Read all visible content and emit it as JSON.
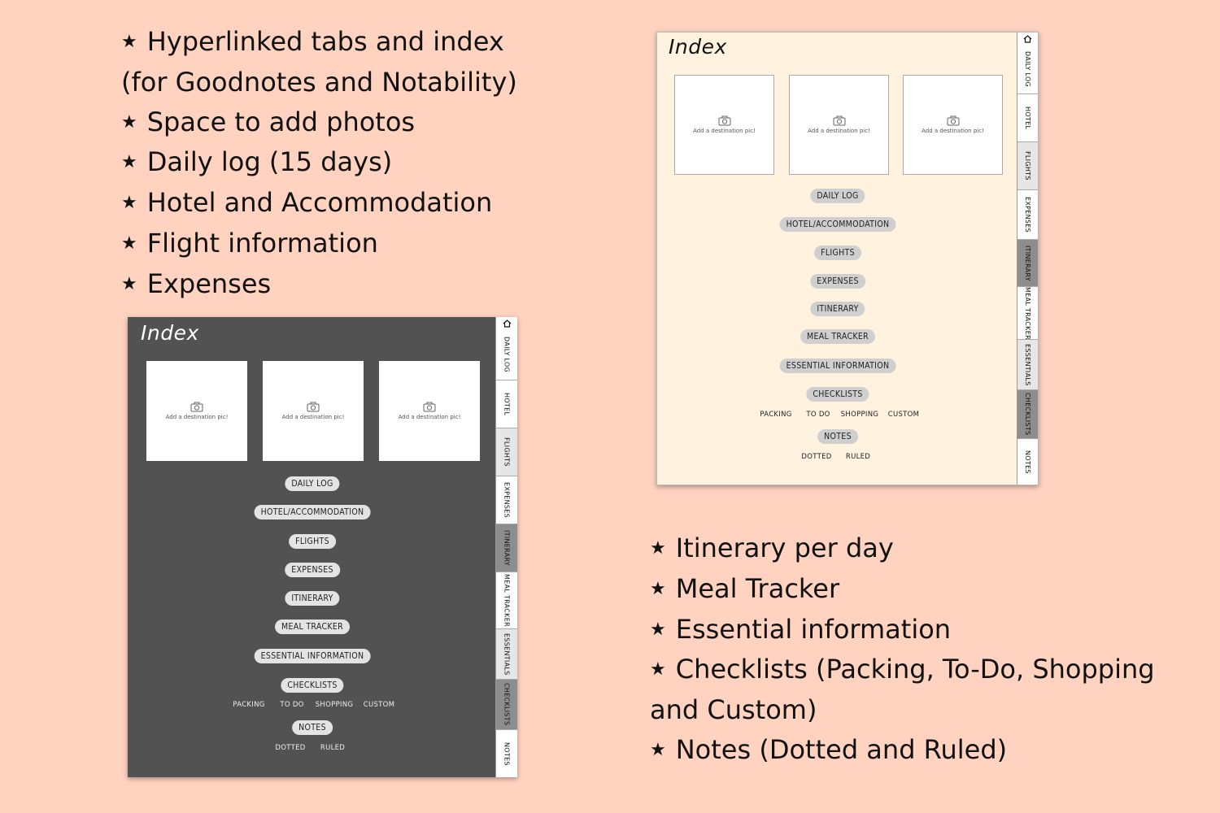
{
  "features_left": [
    "Hyperlinked tabs and index",
    "(for Goodnotes and Notability)",
    "Space to add photos",
    "Daily log (15 days)",
    "Hotel and Accommodation",
    "Flight information",
    "Expenses"
  ],
  "features_right": [
    "Itinerary per day",
    "Meal Tracker",
    "Essential information",
    "Checklists (Packing, To-Do, Shopping",
    "and Custom)",
    "Notes (Dotted and Ruled)"
  ],
  "index": {
    "title": "Index",
    "photo_caption": "Add a destination pic!",
    "pills": {
      "daily_log": "DAILY LOG",
      "hotel": "HOTEL/ACCOMMODATION",
      "flights": "FLIGHTS",
      "expenses": "EXPENSES",
      "itinerary": "ITINERARY",
      "meal_tracker": "MEAL TRACKER",
      "essential": "ESSENTIAL INFORMATION",
      "checklists": "CHECKLISTS",
      "notes": "NOTES"
    },
    "checklist_subs": [
      "PACKING",
      "TO DO",
      "SHOPPING",
      "CUSTOM"
    ],
    "notes_subs": [
      "DOTTED",
      "RULED"
    ]
  },
  "tabs": [
    "DAILY LOG",
    "HOTEL",
    "FLIGHTS",
    "EXPENSES",
    "ITINERARY",
    "MEAL TRACKER",
    "ESSENTIALS",
    "CHECKLISTS",
    "NOTES"
  ],
  "colors": {
    "background": "#FFD3BF",
    "dark_page": "#525252",
    "light_page": "#FFF3DF"
  },
  "icons": {
    "bullet": "star-icon",
    "photo": "camera-icon",
    "tab_home": "home-icon"
  }
}
